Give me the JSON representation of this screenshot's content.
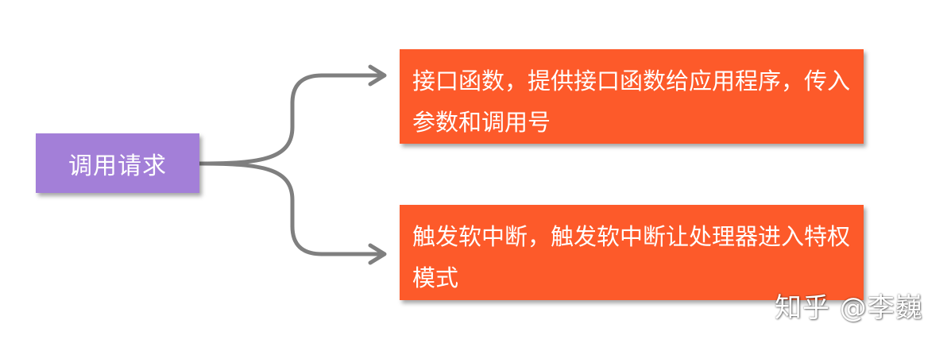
{
  "diagram": {
    "root": {
      "label": "调用请求"
    },
    "branches": [
      {
        "label": "接口函数，提供接口函数给应用程序，传入参数和调用号"
      },
      {
        "label": "触发软中断，触发软中断让处理器进入特权模式"
      }
    ]
  },
  "watermark": {
    "text": "知乎 @李巍"
  },
  "colors": {
    "root_fill": "#A37FD8",
    "leaf_fill": "#FD5A2A",
    "connector": "#7F7F7F"
  }
}
